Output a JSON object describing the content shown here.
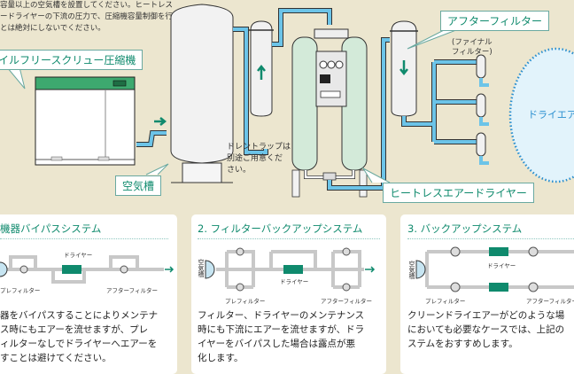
{
  "top_note": "容量以上の空気槽を設置してください。ヒートレス\nードライヤーの下流の圧力で、圧縮機容量制御を行\nとは絶対にしないでください。",
  "callouts": {
    "compressor": "イルフリースクリュー圧縮機",
    "air_tank": "空気槽",
    "after_filter": "アフターフィルター",
    "dryer": "ヒートレスエアードライヤー"
  },
  "drain_note": "ドレントラップは\n別途ご用意くだ\nさい。",
  "final_filter": "(ファイナル\nフィルター)",
  "dry_air": "ドライエアー",
  "colors": {
    "background": "#ece6cf",
    "accent_green": "#0f8a6d",
    "pipe_blue": "#6cc4e8",
    "dryer_tank": "#d3ead9",
    "dry_air_fill": "#e2f3fb",
    "dry_air_dots": "#2a8fd0"
  },
  "cards": [
    {
      "title": "機器バイパスシステム",
      "labels": {
        "dryer": "ドライヤー",
        "pre_filter": "プレフィルター",
        "after_filter": "アフターフィルター"
      },
      "body": "器をバイパスすることによりメンテナ\nス時にもエアーを流せますが、プレ\nィルターなしでドライヤーへエアーを\nすことは避けてください。"
    },
    {
      "title": "2. フィルターバックアップシステム",
      "labels": {
        "tank": "空気槽",
        "dryer": "ドライヤー",
        "pre_filter": "プレフィルター",
        "after_filter": "アフターフィルター"
      },
      "body": "フィルター、ドライヤーのメンテナンス\n時にも下流にエアーを流せますが、ドラ\nイヤーをバイパスした場合は露点が悪\n化します。"
    },
    {
      "title": "3. バックアップシステム",
      "labels": {
        "tank": "空気槽",
        "dryer": "ドライヤー",
        "pre_filter": "プレフィルター",
        "after_filter": "アフターフィルター"
      },
      "body": "クリーンドライエアーがどのような場\nにおいても必要なケースでは、上記の\nステムをおすすめします。"
    }
  ]
}
